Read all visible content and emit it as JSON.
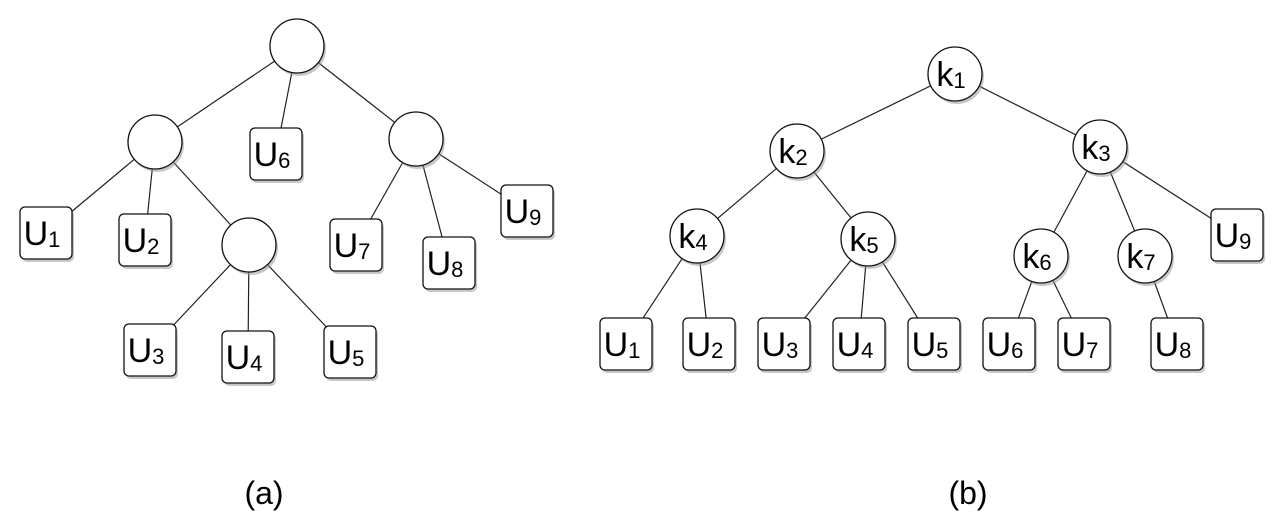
{
  "tree_a": {
    "caption": "(a)",
    "nodes": {
      "r": {
        "kind": "internal"
      },
      "c1": {
        "kind": "internal"
      },
      "c2": {
        "kind": "internal"
      },
      "c3": {
        "kind": "internal"
      },
      "u1": {
        "kind": "leaf",
        "main": "U",
        "sub": "1"
      },
      "u2": {
        "kind": "leaf",
        "main": "U",
        "sub": "2"
      },
      "u3": {
        "kind": "leaf",
        "main": "U",
        "sub": "3"
      },
      "u4": {
        "kind": "leaf",
        "main": "U",
        "sub": "4"
      },
      "u5": {
        "kind": "leaf",
        "main": "U",
        "sub": "5"
      },
      "u6": {
        "kind": "leaf",
        "main": "U",
        "sub": "6"
      },
      "u7": {
        "kind": "leaf",
        "main": "U",
        "sub": "7"
      },
      "u8": {
        "kind": "leaf",
        "main": "U",
        "sub": "8"
      },
      "u9": {
        "kind": "leaf",
        "main": "U",
        "sub": "9"
      }
    },
    "edges": [
      [
        "r",
        "c1"
      ],
      [
        "r",
        "u6"
      ],
      [
        "r",
        "c3"
      ],
      [
        "c1",
        "u1"
      ],
      [
        "c1",
        "u2"
      ],
      [
        "c1",
        "c2"
      ],
      [
        "c2",
        "u3"
      ],
      [
        "c2",
        "u4"
      ],
      [
        "c2",
        "u5"
      ],
      [
        "c3",
        "u7"
      ],
      [
        "c3",
        "u8"
      ],
      [
        "c3",
        "u9"
      ]
    ]
  },
  "tree_b": {
    "caption": "(b)",
    "nodes": {
      "k1": {
        "kind": "internal",
        "main": "k",
        "sub": "1"
      },
      "k2": {
        "kind": "internal",
        "main": "k",
        "sub": "2"
      },
      "k3": {
        "kind": "internal",
        "main": "k",
        "sub": "3"
      },
      "k4": {
        "kind": "internal",
        "main": "k",
        "sub": "4"
      },
      "k5": {
        "kind": "internal",
        "main": "k",
        "sub": "5"
      },
      "k6": {
        "kind": "internal",
        "main": "k",
        "sub": "6"
      },
      "k7": {
        "kind": "internal",
        "main": "k",
        "sub": "7"
      },
      "u1": {
        "kind": "leaf",
        "main": "U",
        "sub": "1"
      },
      "u2": {
        "kind": "leaf",
        "main": "U",
        "sub": "2"
      },
      "u3": {
        "kind": "leaf",
        "main": "U",
        "sub": "3"
      },
      "u4": {
        "kind": "leaf",
        "main": "U",
        "sub": "4"
      },
      "u5": {
        "kind": "leaf",
        "main": "U",
        "sub": "5"
      },
      "u6": {
        "kind": "leaf",
        "main": "U",
        "sub": "6"
      },
      "u7": {
        "kind": "leaf",
        "main": "U",
        "sub": "7"
      },
      "u8": {
        "kind": "leaf",
        "main": "U",
        "sub": "8"
      },
      "u9": {
        "kind": "leaf",
        "main": "U",
        "sub": "9"
      }
    },
    "edges": [
      [
        "k1",
        "k2"
      ],
      [
        "k1",
        "k3"
      ],
      [
        "k2",
        "k4"
      ],
      [
        "k2",
        "k5"
      ],
      [
        "k3",
        "k6"
      ],
      [
        "k3",
        "k7"
      ],
      [
        "k3",
        "u9"
      ],
      [
        "k4",
        "u1"
      ],
      [
        "k4",
        "u2"
      ],
      [
        "k5",
        "u3"
      ],
      [
        "k5",
        "u4"
      ],
      [
        "k5",
        "u5"
      ],
      [
        "k6",
        "u6"
      ],
      [
        "k6",
        "u7"
      ],
      [
        "k7",
        "u8"
      ]
    ]
  }
}
